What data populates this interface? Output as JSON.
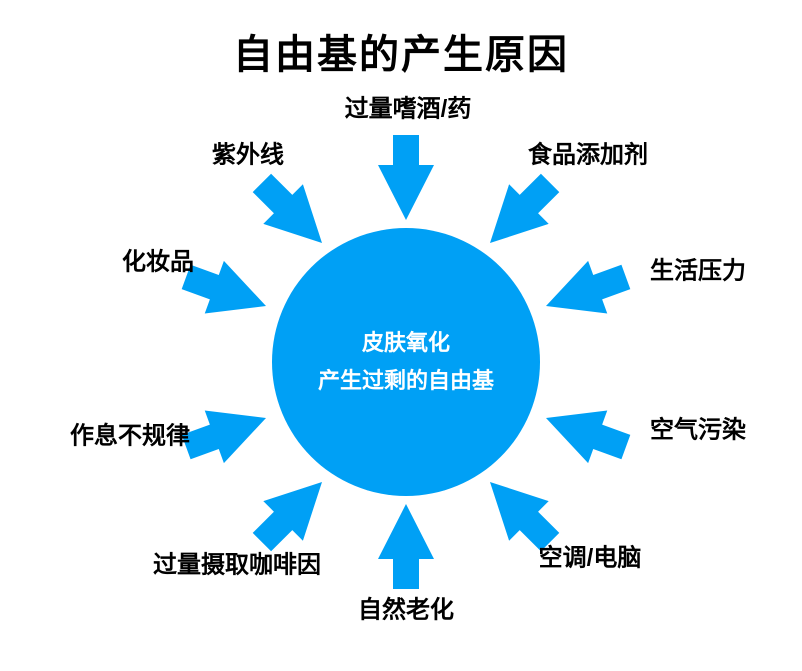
{
  "title": "自由基的产生原因",
  "colors": {
    "accent": "#00A0F5",
    "title_text": "#000000",
    "center_text": "#FFFFFF"
  },
  "center": {
    "line1": "皮肤氧化",
    "line2": "产生过剩的自由基"
  },
  "causes": [
    {
      "id": "alcohol-drugs",
      "text": "过量嗜酒/药"
    },
    {
      "id": "uv",
      "text": "紫外线"
    },
    {
      "id": "food-additives",
      "text": "食品添加剂"
    },
    {
      "id": "cosmetics",
      "text": "化妆品"
    },
    {
      "id": "life-stress",
      "text": "生活压力"
    },
    {
      "id": "irregular-schedule",
      "text": "作息不规律"
    },
    {
      "id": "air-pollution",
      "text": "空气污染"
    },
    {
      "id": "caffeine",
      "text": "过量摄取咖啡因"
    },
    {
      "id": "ac-computer",
      "text": "空调/电脑"
    },
    {
      "id": "natural-aging",
      "text": "自然老化"
    }
  ]
}
